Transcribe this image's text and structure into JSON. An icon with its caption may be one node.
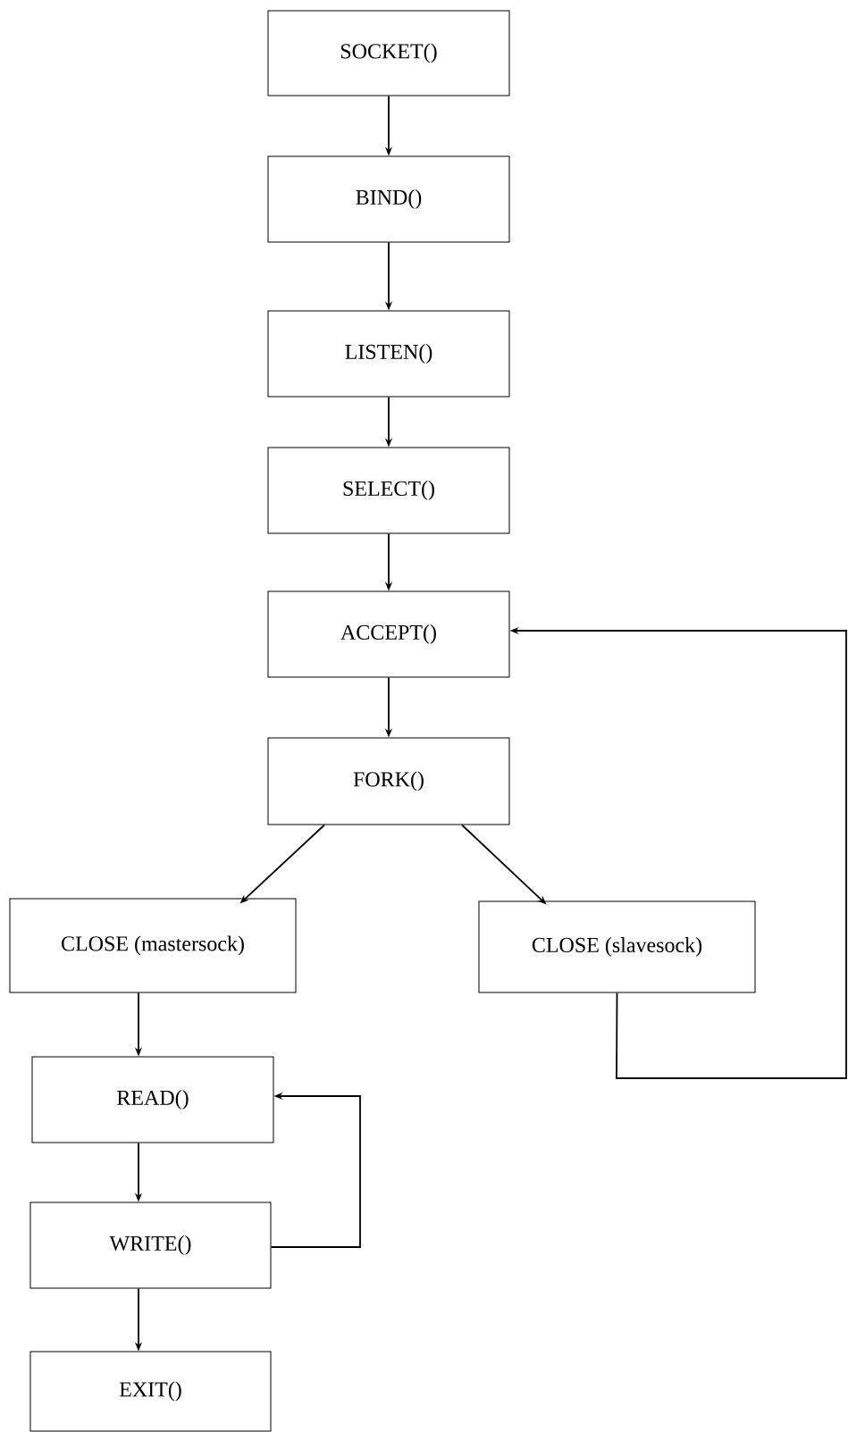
{
  "diagram": {
    "nodes": [
      {
        "text": [
          "SOCKET()"
        ]
      },
      {
        "text": [
          "BIND()"
        ]
      },
      {
        "text": [
          "LISTEN()"
        ]
      },
      {
        "text": [
          "SELECT()"
        ]
      },
      {
        "text": [
          "ACCEPT()"
        ]
      },
      {
        "text": [
          "FORK()"
        ]
      },
      {
        "text": [
          "CLOSE (mastersock)"
        ]
      },
      {
        "text": [
          "CLOSE (slavesock)"
        ]
      },
      {
        "text": [
          "READ()"
        ]
      },
      {
        "text": [
          "WRITE()"
        ]
      },
      {
        "text": [
          "EXIT()"
        ]
      }
    ],
    "edges": [
      {
        "from": 0,
        "to": 1,
        "arrow": "to"
      },
      {
        "from": 1,
        "to": 2,
        "arrow": "to"
      },
      {
        "from": 2,
        "to": 3,
        "arrow": "to"
      },
      {
        "from": 3,
        "to": 4,
        "arrow": "to"
      },
      {
        "from": 4,
        "to": 5,
        "arrow": "to"
      },
      {
        "from": 5,
        "to": 6,
        "arrow": "to"
      },
      {
        "from": 5,
        "to": 7,
        "arrow": "to"
      },
      {
        "from": 6,
        "to": 8,
        "arrow": "to"
      },
      {
        "from": 8,
        "to": 9,
        "arrow": "to"
      },
      {
        "from": 9,
        "to": 8,
        "arrow": "to"
      },
      {
        "from": 9,
        "to": 10,
        "arrow": "to"
      },
      {
        "from": 7,
        "to": 4,
        "arrow": "to"
      }
    ]
  }
}
